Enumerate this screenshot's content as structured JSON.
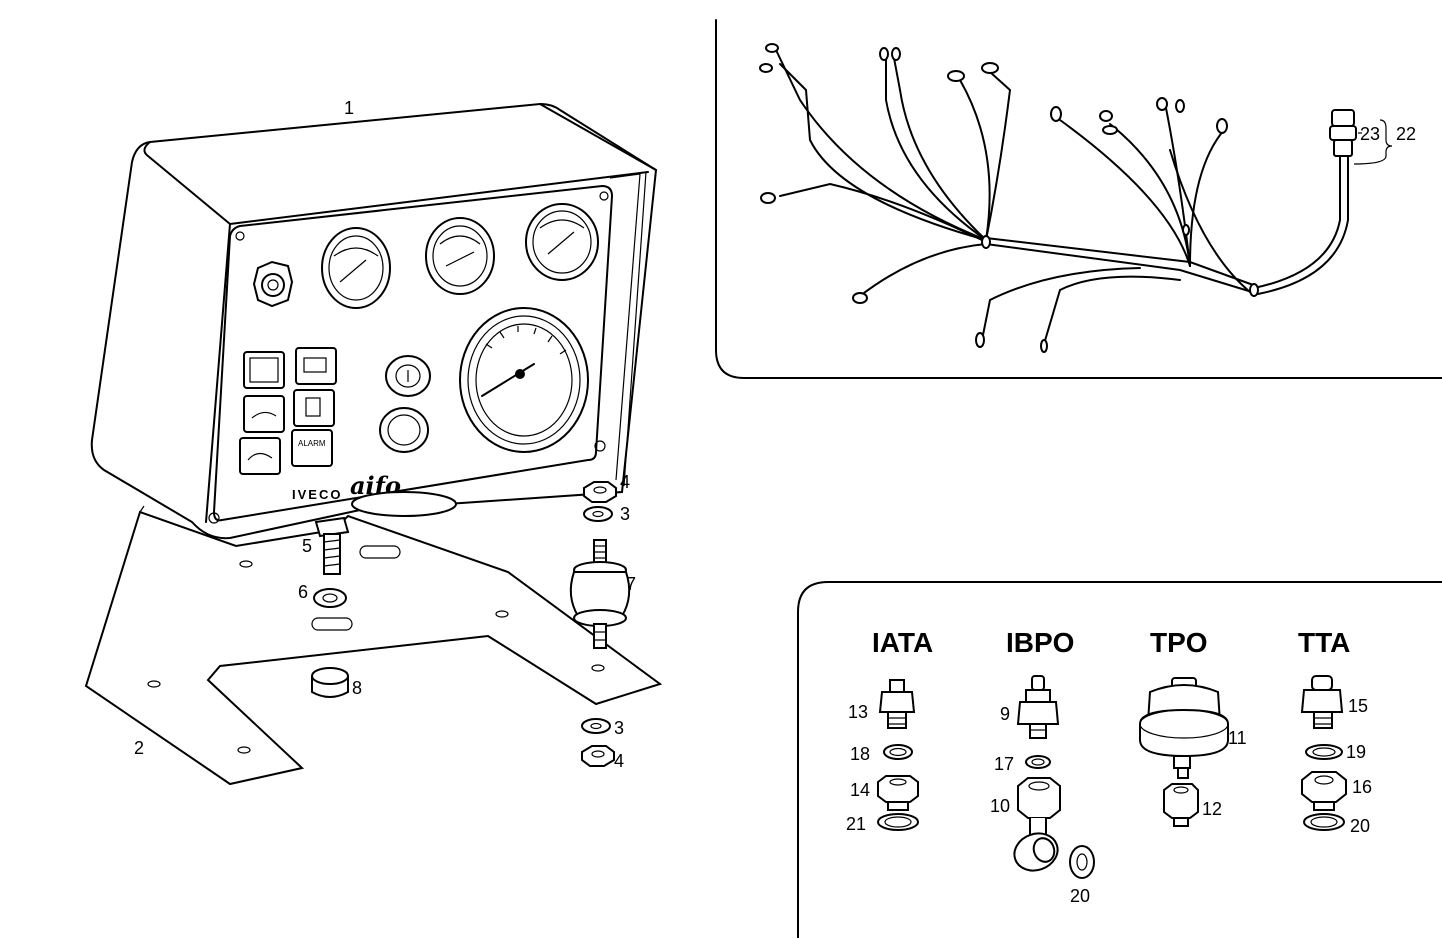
{
  "panel": {
    "brand_text": "IVECO",
    "brand_script": "aifo",
    "alarm_label": "ALARM"
  },
  "callouts": {
    "c1": "1",
    "c2": "2",
    "c3a": "3",
    "c3b": "3",
    "c4a": "4",
    "c4b": "4",
    "c5": "5",
    "c6": "6",
    "c7": "7",
    "c8": "8",
    "c9": "9",
    "c10": "10",
    "c11": "11",
    "c12": "12",
    "c13": "13",
    "c14": "14",
    "c15": "15",
    "c16": "16",
    "c17": "17",
    "c18": "18",
    "c19": "19",
    "c20a": "20",
    "c20b": "20",
    "c21": "21",
    "c22": "22",
    "c23": "23"
  },
  "sensor_groups": [
    {
      "label": "IATA"
    },
    {
      "label": "IBPO"
    },
    {
      "label": "TPO"
    },
    {
      "label": "TTA"
    }
  ]
}
